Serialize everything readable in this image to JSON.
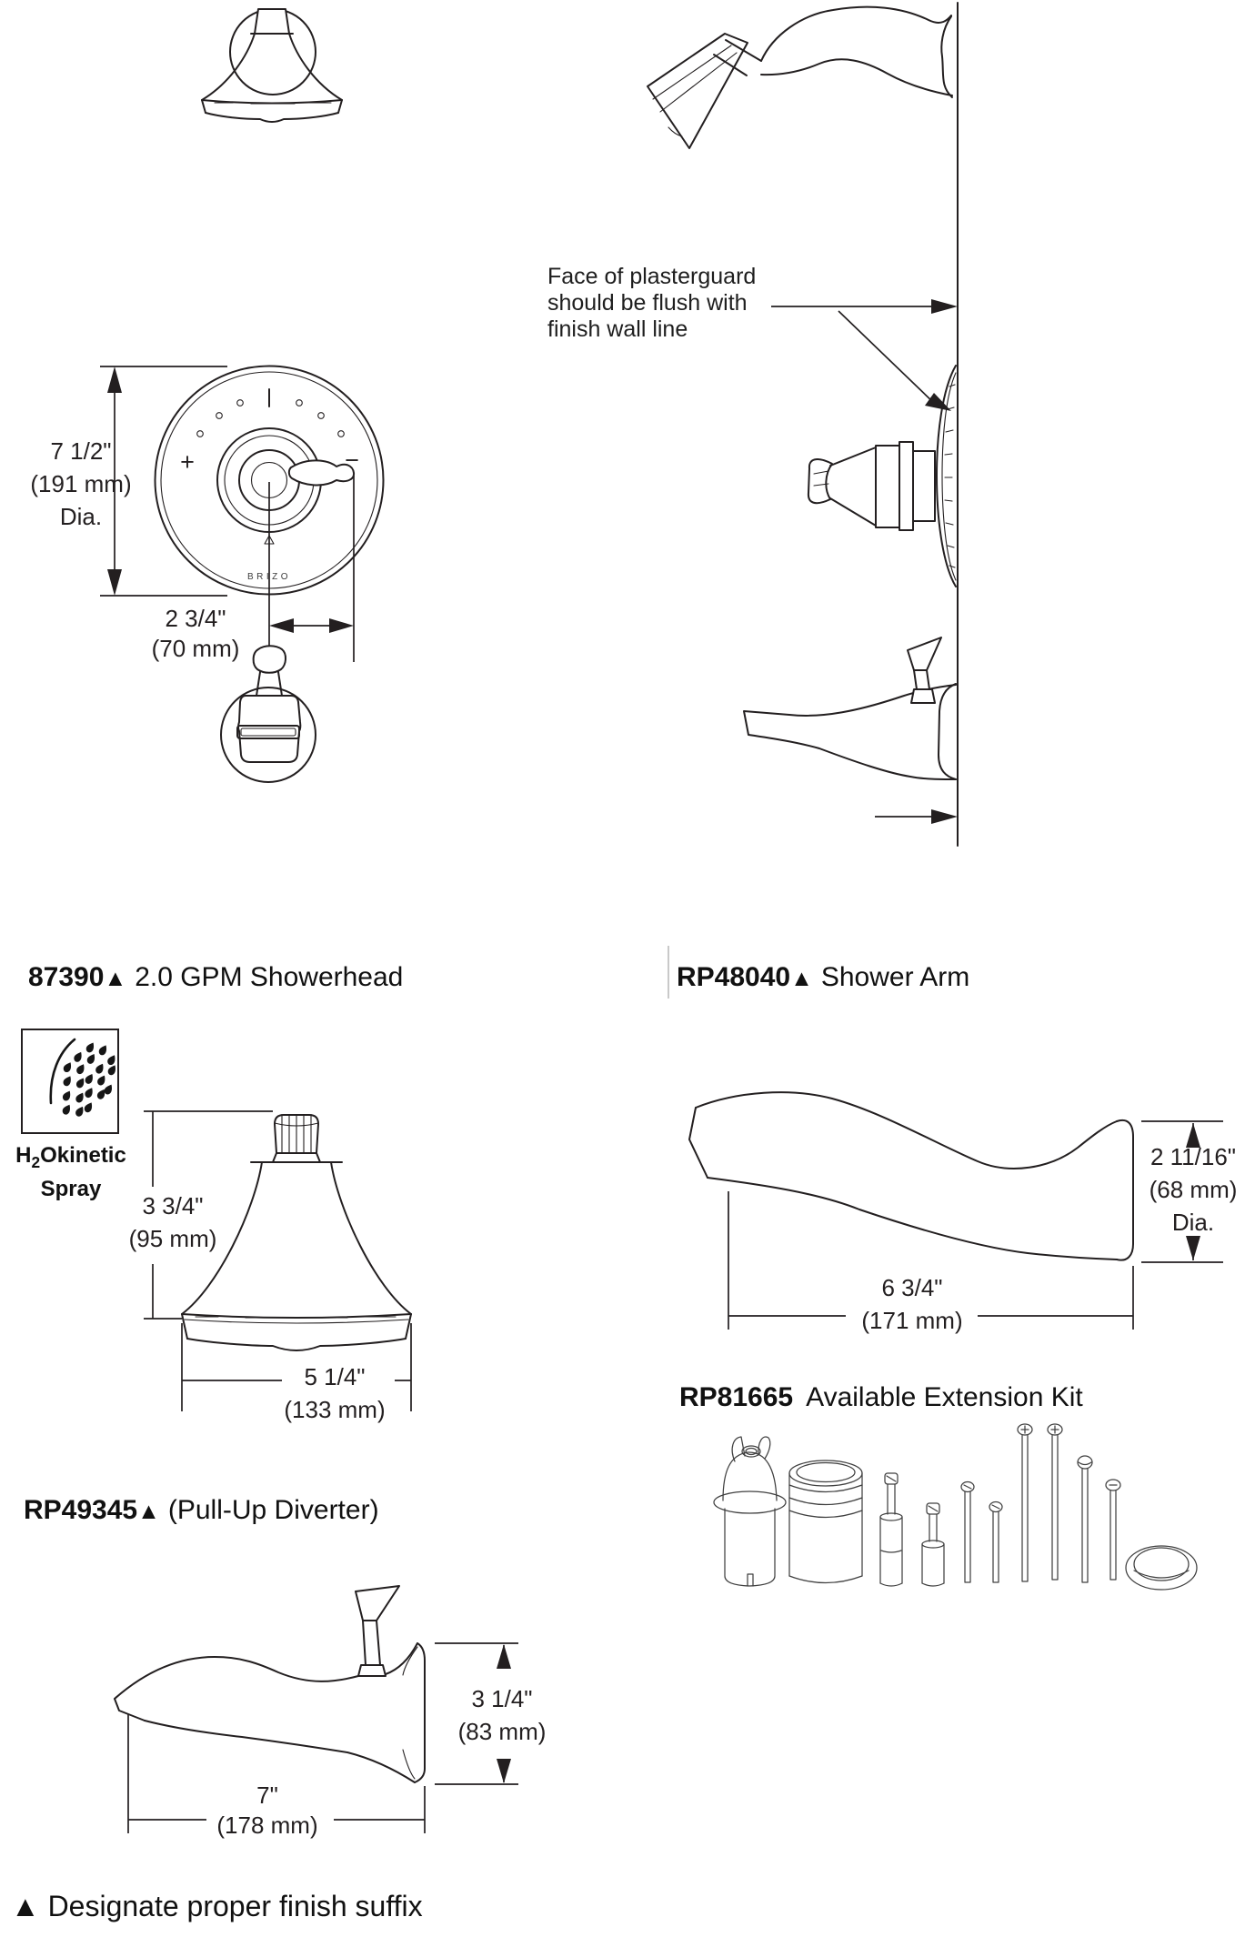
{
  "page": {
    "background": "#ffffff",
    "line_color": "#231f20",
    "divider_color": "#c9c9c9"
  },
  "wall_view": {
    "note_line1": "Face of plasterguard",
    "note_line2": "should be flush with",
    "note_line3": "finish wall line"
  },
  "valve_trim": {
    "dia_line1": "7 1/2\"",
    "dia_line2": "(191 mm)",
    "dia_line3": "Dia.",
    "offset_line1": "2 3/4\"",
    "offset_line2": "(70 mm)",
    "plus": "+",
    "minus": "−",
    "brand": "BRIZO"
  },
  "showerhead_section": {
    "part": "87390",
    "finish_mark": "▲",
    "name": "2.0 GPM Showerhead",
    "spray_h": "H",
    "spray_sub": "2",
    "spray_rest": "Okinetic",
    "spray_line2": "Spray",
    "height_line1": "3 3/4\"",
    "height_line2": "(95 mm)",
    "width_line1": "5 1/4\"",
    "width_line2": "(133 mm)"
  },
  "arm_section": {
    "part": "RP48040",
    "finish_mark": "▲",
    "name": "Shower Arm",
    "dia_line1": "2 11/16\"",
    "dia_line2": "(68 mm)",
    "dia_line3": "Dia.",
    "len_line1": "6 3/4\"",
    "len_line2": "(171 mm)"
  },
  "kit_section": {
    "part": "RP81665",
    "name": "Available Extension Kit"
  },
  "diverter_section": {
    "part": "RP49345",
    "finish_mark": "▲",
    "name": "(Pull-Up Diverter)",
    "height_line1": "3 1/4\"",
    "height_line2": "(83 mm)",
    "len_line1": "7\"",
    "len_line2": "(178 mm)"
  },
  "footer": {
    "mark": "▲",
    "note": "Designate proper finish suffix"
  }
}
